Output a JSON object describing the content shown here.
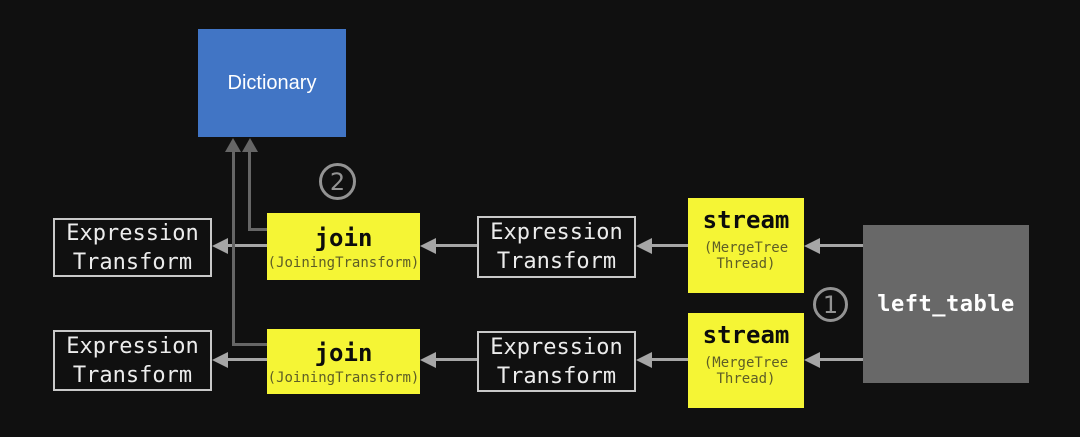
{
  "colors": {
    "background": "#101010",
    "dictionary_blue": "#4175c5",
    "node_yellow": "#f5f535",
    "table_gray": "#686868",
    "box_border": "#c9c9c9",
    "box_text": "#ececec",
    "arrow_light": "#a6a6a6",
    "arrow_dark": "#666666",
    "badge_gray": "#939393",
    "yellow_subtext": "#5e5e26"
  },
  "diagram": {
    "dictionary": {
      "label": "Dictionary"
    },
    "badges": {
      "step1": "1",
      "step2": "2"
    },
    "top_row": {
      "expression_left": "Expression Transform",
      "join": {
        "title": "join",
        "subtitle": "(JoiningTransform)"
      },
      "expression_right": "Expression Transform",
      "stream": {
        "title": "stream",
        "subtitle_line1": "(MergeTree",
        "subtitle_line2": "Thread)"
      }
    },
    "bottom_row": {
      "expression_left": "Expression Transform",
      "join": {
        "title": "join",
        "subtitle": "(JoiningTransform)"
      },
      "expression_right": "Expression Transform",
      "stream": {
        "title": "stream",
        "subtitle_line1": "(MergeTree",
        "subtitle_line2": "Thread)"
      }
    },
    "left_table": {
      "label": "left_table"
    }
  }
}
